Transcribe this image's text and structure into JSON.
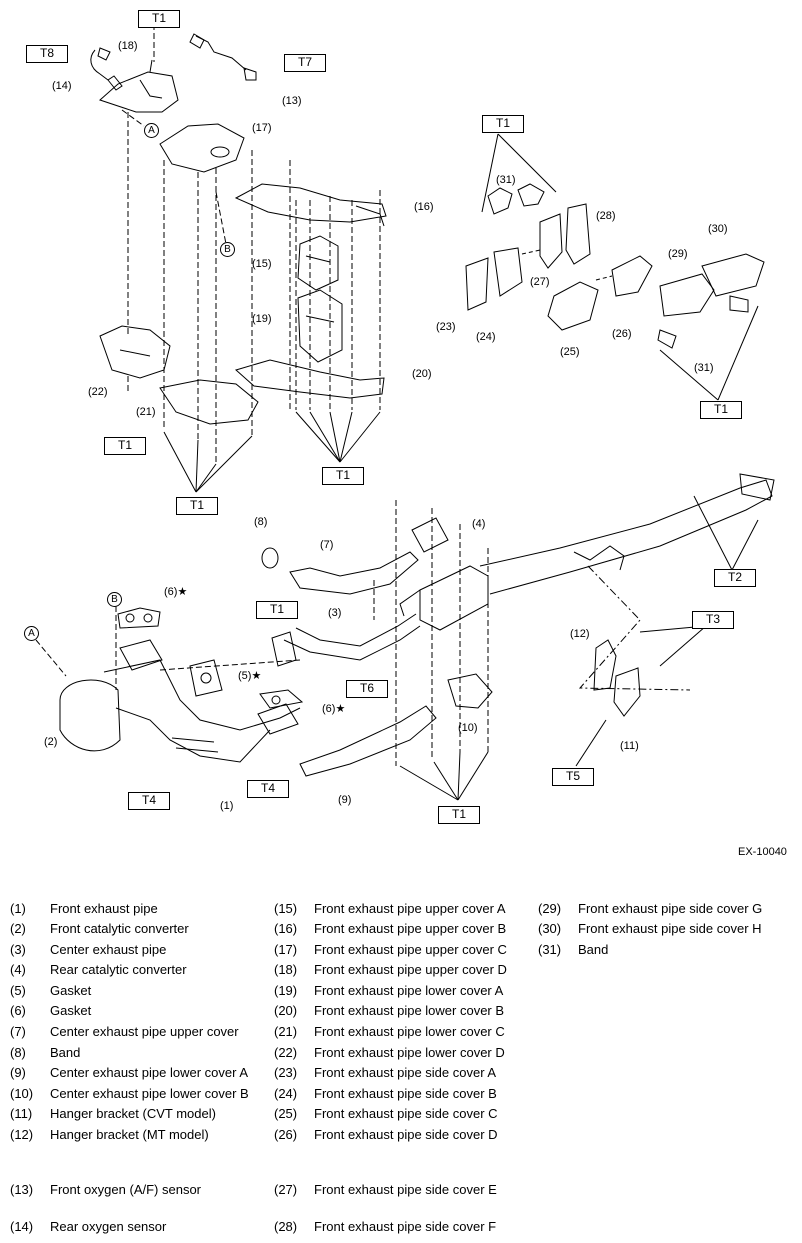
{
  "torque_labels": [
    "T1",
    "T7",
    "T8",
    "T1",
    "T1",
    "T1",
    "T1",
    "T1",
    "T1",
    "T2",
    "T3",
    "T4",
    "T4",
    "T5",
    "T6",
    "T1"
  ],
  "part_labels": [
    "(1)",
    "(2)",
    "(3)",
    "(4)",
    "(5)",
    "(6)",
    "(6)",
    "(7)",
    "(8)",
    "(9)",
    "(10)",
    "(11)",
    "(12)",
    "(13)",
    "(14)",
    "(15)",
    "(16)",
    "(17)",
    "(18)",
    "(19)",
    "(20)",
    "(21)",
    "(22)",
    "(23)",
    "(24)",
    "(25)",
    "(26)",
    "(27)",
    "(28)",
    "(29)",
    "(30)",
    "(31)",
    "(31)"
  ],
  "ref_markers": [
    "A",
    "B",
    "B",
    "A"
  ],
  "star": "★",
  "figure_code": "EX-10040",
  "legend": {
    "col1": [
      {
        "num": "(1)",
        "text": "Front exhaust pipe"
      },
      {
        "num": "(2)",
        "text": "Front catalytic converter"
      },
      {
        "num": "(3)",
        "text": "Center exhaust pipe"
      },
      {
        "num": "(4)",
        "text": "Rear catalytic converter"
      },
      {
        "num": "(5)",
        "text": "Gasket"
      },
      {
        "num": "(6)",
        "text": "Gasket"
      },
      {
        "num": "(7)",
        "text": "Center exhaust pipe upper cover"
      },
      {
        "num": "(8)",
        "text": "Band"
      },
      {
        "num": "(9)",
        "text": "Center exhaust pipe lower cover A"
      },
      {
        "num": "(10)",
        "text": "Center exhaust pipe lower cover B"
      },
      {
        "num": "(11)",
        "text": "Hanger bracket (CVT model)"
      },
      {
        "num": "(12)",
        "text": "Hanger bracket (MT model)"
      },
      {
        "num": "(13)",
        "text": "Front oxygen (A/F) sensor"
      },
      {
        "num": "(14)",
        "text": "Rear oxygen sensor"
      }
    ],
    "col2": [
      {
        "num": "(15)",
        "text": "Front exhaust pipe upper cover A"
      },
      {
        "num": "(16)",
        "text": "Front exhaust pipe upper cover B"
      },
      {
        "num": "(17)",
        "text": "Front exhaust pipe upper cover C"
      },
      {
        "num": "(18)",
        "text": "Front exhaust pipe upper cover D"
      },
      {
        "num": "(19)",
        "text": "Front exhaust pipe lower cover A"
      },
      {
        "num": "(20)",
        "text": "Front exhaust pipe lower cover B"
      },
      {
        "num": "(21)",
        "text": "Front exhaust pipe lower cover C"
      },
      {
        "num": "(22)",
        "text": "Front exhaust pipe lower cover D"
      },
      {
        "num": "(23)",
        "text": "Front exhaust pipe side cover A"
      },
      {
        "num": "(24)",
        "text": "Front exhaust pipe side cover B"
      },
      {
        "num": "(25)",
        "text": "Front exhaust pipe side cover C"
      },
      {
        "num": "(26)",
        "text": "Front exhaust pipe side cover D"
      },
      {
        "num": "(27)",
        "text": "Front exhaust pipe side cover E"
      },
      {
        "num": "(28)",
        "text": "Front exhaust pipe side cover F"
      }
    ],
    "col3": [
      {
        "num": "(29)",
        "text": "Front exhaust pipe side cover G"
      },
      {
        "num": "(30)",
        "text": "Front exhaust pipe side cover H"
      },
      {
        "num": "(31)",
        "text": "Band"
      }
    ]
  }
}
